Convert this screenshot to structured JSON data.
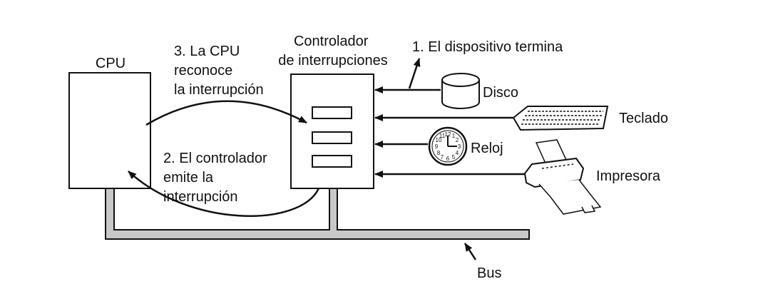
{
  "labels": {
    "cpu": "CPU",
    "controller": [
      "Controlador",
      "de interrupciones"
    ],
    "step1": "1. El dispositivo termina",
    "step2": [
      "2. El controlador",
      "emite la",
      "interrupción"
    ],
    "step3": [
      "3. La CPU",
      "reconoce",
      "la interrupción"
    ],
    "bus": "Bus"
  },
  "devices": [
    {
      "name": "Disco",
      "icon": "disk-icon"
    },
    {
      "name": "Teclado",
      "icon": "keyboard-icon"
    },
    {
      "name": "Reloj",
      "icon": "clock-icon"
    },
    {
      "name": "Impresora",
      "icon": "printer-icon"
    }
  ],
  "clock_face": [
    "12",
    "1",
    "2",
    "3",
    "4",
    "5",
    "6",
    "7",
    "8",
    "9",
    "10",
    "11"
  ],
  "colors": {
    "bus_fill": "#c8c8c8",
    "stroke": "#111111"
  }
}
